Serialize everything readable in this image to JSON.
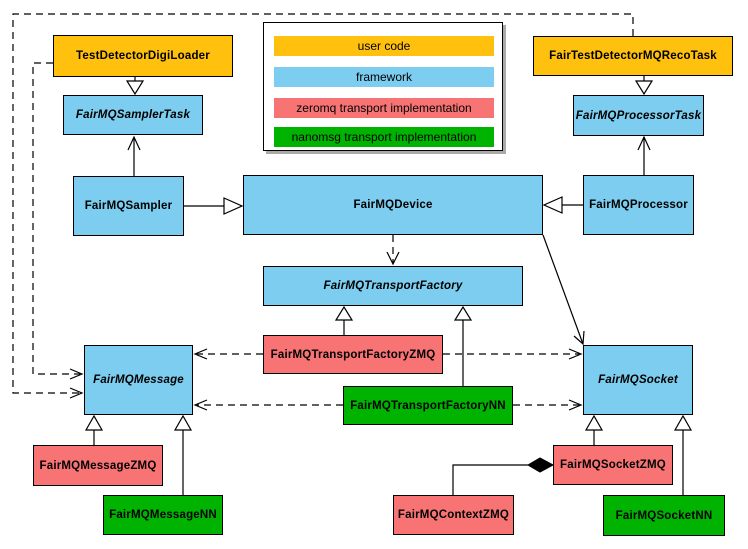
{
  "colors": {
    "user_code": "#FFC10E",
    "framework": "#7CCDEF",
    "zeromq": "#F87474",
    "nanomsg": "#01B301"
  },
  "legend": {
    "items": [
      {
        "label": "user code",
        "category": "user_code"
      },
      {
        "label": "framework",
        "category": "framework"
      },
      {
        "label": "zeromq transport implementation",
        "category": "zeromq"
      },
      {
        "label": "nanomsg transport implementation",
        "category": "nanomsg"
      }
    ]
  },
  "nodes": {
    "testDetectorDigiLoader": {
      "label": "TestDetectorDigiLoader",
      "category": "user_code",
      "abstract": false
    },
    "fairTestDetectorMQRecoTask": {
      "label": "FairTestDetectorMQRecoTask",
      "category": "user_code",
      "abstract": false
    },
    "fairMQSamplerTask": {
      "label": "FairMQSamplerTask",
      "category": "framework",
      "abstract": true
    },
    "fairMQProcessorTask": {
      "label": "FairMQProcessorTask",
      "category": "framework",
      "abstract": true
    },
    "fairMQSampler": {
      "label": "FairMQSampler",
      "category": "framework",
      "abstract": false
    },
    "fairMQDevice": {
      "label": "FairMQDevice",
      "category": "framework",
      "abstract": false
    },
    "fairMQProcessor": {
      "label": "FairMQProcessor",
      "category": "framework",
      "abstract": false
    },
    "fairMQTransportFactory": {
      "label": "FairMQTransportFactory",
      "category": "framework",
      "abstract": true
    },
    "fairMQTransportFactoryZMQ": {
      "label": "FairMQTransportFactoryZMQ",
      "category": "zeromq",
      "abstract": false
    },
    "fairMQTransportFactoryNN": {
      "label": "FairMQTransportFactoryNN",
      "category": "nanomsg",
      "abstract": false
    },
    "fairMQMessage": {
      "label": "FairMQMessage",
      "category": "framework",
      "abstract": true
    },
    "fairMQSocket": {
      "label": "FairMQSocket",
      "category": "framework",
      "abstract": true
    },
    "fairMQMessageZMQ": {
      "label": "FairMQMessageZMQ",
      "category": "zeromq",
      "abstract": false
    },
    "fairMQMessageNN": {
      "label": "FairMQMessageNN",
      "category": "nanomsg",
      "abstract": false
    },
    "fairMQSocketZMQ": {
      "label": "FairMQSocketZMQ",
      "category": "zeromq",
      "abstract": false
    },
    "fairMQContextZMQ": {
      "label": "FairMQContextZMQ",
      "category": "zeromq",
      "abstract": false
    },
    "fairMQSocketNN": {
      "label": "FairMQSocketNN",
      "category": "nanomsg",
      "abstract": false
    }
  },
  "edges": [
    {
      "from": "TestDetectorDigiLoader",
      "to": "FairMQSamplerTask",
      "type": "inheritance"
    },
    {
      "from": "FairTestDetectorMQRecoTask",
      "to": "FairMQProcessorTask",
      "type": "inheritance"
    },
    {
      "from": "FairMQSampler",
      "to": "FairMQDevice",
      "type": "inheritance"
    },
    {
      "from": "FairMQProcessor",
      "to": "FairMQDevice",
      "type": "inheritance"
    },
    {
      "from": "FairMQSampler",
      "to": "FairMQSamplerTask",
      "type": "association"
    },
    {
      "from": "FairMQProcessor",
      "to": "FairMQProcessorTask",
      "type": "association"
    },
    {
      "from": "FairMQDevice",
      "to": "FairMQTransportFactory",
      "type": "dependency"
    },
    {
      "from": "FairMQDevice",
      "to": "FairMQSocket",
      "type": "association"
    },
    {
      "from": "TestDetectorDigiLoader",
      "to": "FairMQMessage",
      "type": "dependency"
    },
    {
      "from": "FairTestDetectorMQRecoTask",
      "to": "FairMQMessage",
      "type": "dependency"
    },
    {
      "from": "FairMQTransportFactoryZMQ",
      "to": "FairMQTransportFactory",
      "type": "inheritance"
    },
    {
      "from": "FairMQTransportFactoryNN",
      "to": "FairMQTransportFactory",
      "type": "inheritance"
    },
    {
      "from": "FairMQTransportFactoryZMQ",
      "to": "FairMQMessage",
      "type": "dependency"
    },
    {
      "from": "FairMQTransportFactoryZMQ",
      "to": "FairMQSocket",
      "type": "dependency"
    },
    {
      "from": "FairMQTransportFactoryNN",
      "to": "FairMQMessage",
      "type": "dependency"
    },
    {
      "from": "FairMQTransportFactoryNN",
      "to": "FairMQSocket",
      "type": "dependency"
    },
    {
      "from": "FairMQMessageZMQ",
      "to": "FairMQMessage",
      "type": "inheritance"
    },
    {
      "from": "FairMQMessageNN",
      "to": "FairMQMessage",
      "type": "inheritance"
    },
    {
      "from": "FairMQSocketZMQ",
      "to": "FairMQSocket",
      "type": "inheritance"
    },
    {
      "from": "FairMQSocketNN",
      "to": "FairMQSocket",
      "type": "inheritance"
    },
    {
      "from": "FairMQContextZMQ",
      "to": "FairMQSocketZMQ",
      "type": "composition"
    }
  ]
}
